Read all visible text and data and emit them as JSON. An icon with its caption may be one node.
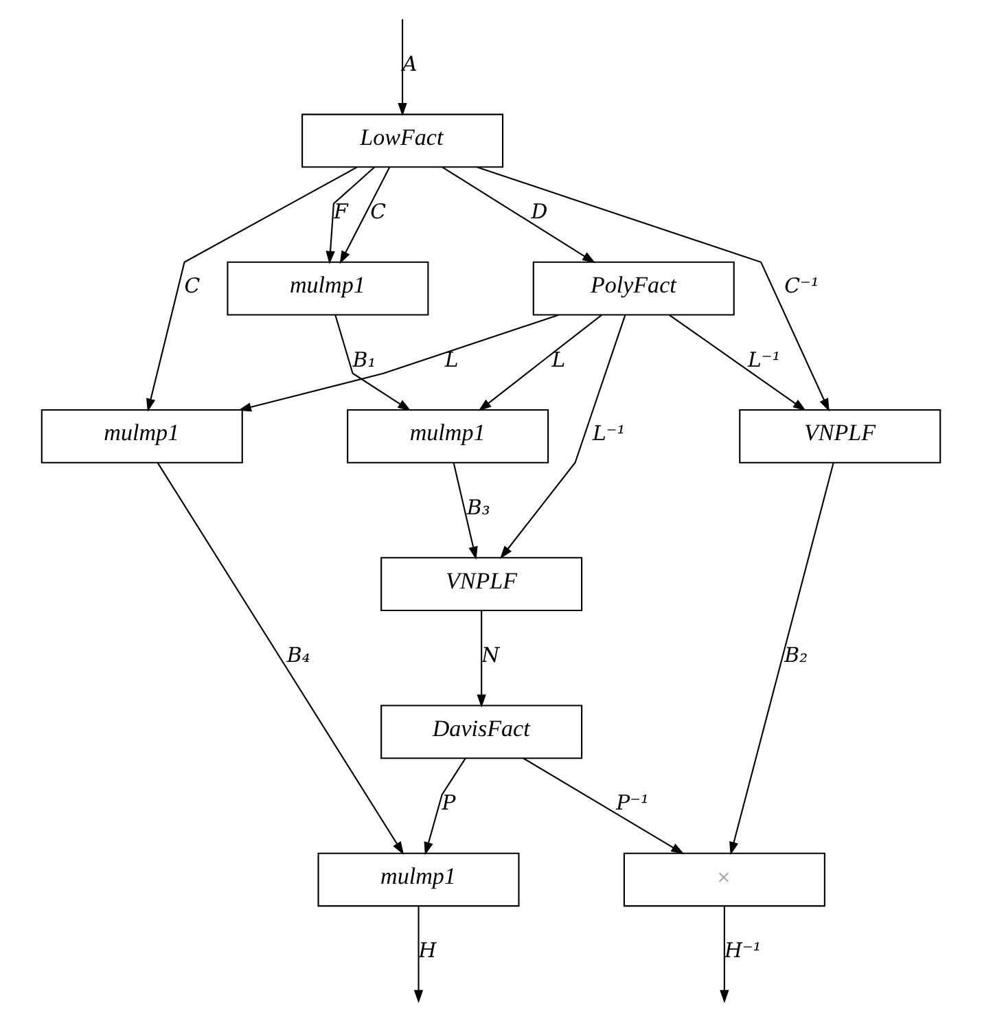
{
  "diagram": {
    "nodes": [
      {
        "text": [
          "LowFact"
        ]
      },
      {
        "text": [
          "mulmp1"
        ]
      },
      {
        "text": [
          "PolyFact"
        ]
      },
      {
        "text": [
          "mulmp1"
        ]
      },
      {
        "text": [
          "mulmp1"
        ]
      },
      {
        "text": [
          "VNPLF"
        ]
      },
      {
        "text": [
          "VNPLF"
        ]
      },
      {
        "text": [
          "DavisFact"
        ]
      },
      {
        "text": [
          "mulmp1"
        ]
      },
      {
        "text": [
          "×"
        ]
      }
    ],
    "edges": [
      {
        "from": null,
        "to": 0,
        "arrow": "to",
        "label": "A"
      },
      {
        "from": 0,
        "to": 1,
        "arrow": "to",
        "label": "C"
      },
      {
        "from": 0,
        "to": 3,
        "arrow": "to",
        "label": "C"
      },
      {
        "from": 0,
        "to": 1,
        "arrow": "to",
        "label": "F"
      },
      {
        "from": 0,
        "to": 2,
        "arrow": "to",
        "label": "D"
      },
      {
        "from": 0,
        "to": 5,
        "arrow": "to",
        "label": "C⁻¹"
      },
      {
        "from": 1,
        "to": 4,
        "arrow": "to",
        "label": "B₁"
      },
      {
        "from": 2,
        "to": 3,
        "arrow": "to",
        "label": "L"
      },
      {
        "from": 2,
        "to": 4,
        "arrow": "to",
        "label": "L"
      },
      {
        "from": 2,
        "to": 5,
        "arrow": "to",
        "label": "L⁻¹"
      },
      {
        "from": 2,
        "to": 6,
        "arrow": "to",
        "label": "L⁻¹"
      },
      {
        "from": 3,
        "to": 8,
        "arrow": "to",
        "label": "B₄"
      },
      {
        "from": 4,
        "to": 6,
        "arrow": "to",
        "label": "B₃"
      },
      {
        "from": 5,
        "to": 9,
        "arrow": "to",
        "label": "B₂"
      },
      {
        "from": 6,
        "to": 7,
        "arrow": "to",
        "label": "N"
      },
      {
        "from": 7,
        "to": 8,
        "arrow": "to",
        "label": "P"
      },
      {
        "from": 7,
        "to": 9,
        "arrow": "to",
        "label": "P⁻¹"
      },
      {
        "from": 8,
        "to": null,
        "arrow": "to",
        "label": "H"
      },
      {
        "from": 9,
        "to": null,
        "arrow": "to",
        "label": "H⁻¹"
      }
    ]
  }
}
